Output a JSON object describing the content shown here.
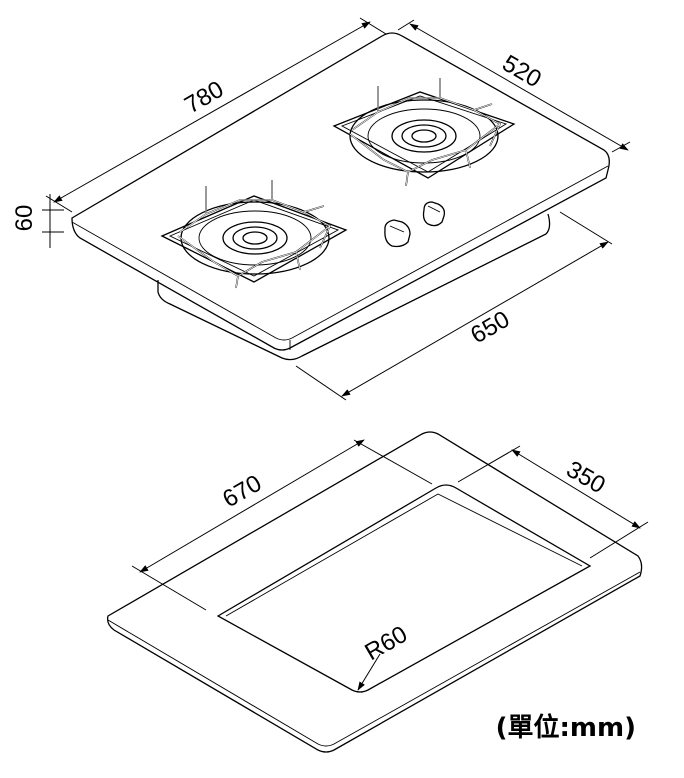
{
  "dimensions": {
    "hob_length": "780",
    "hob_depth": "520",
    "hob_height": "60",
    "hob_body_width": "650",
    "cutout_length": "670",
    "cutout_depth": "350",
    "corner_radius": "R60"
  },
  "unit_note": "(單位:mm)",
  "colors": {
    "line": "#000000",
    "background": "#ffffff"
  }
}
